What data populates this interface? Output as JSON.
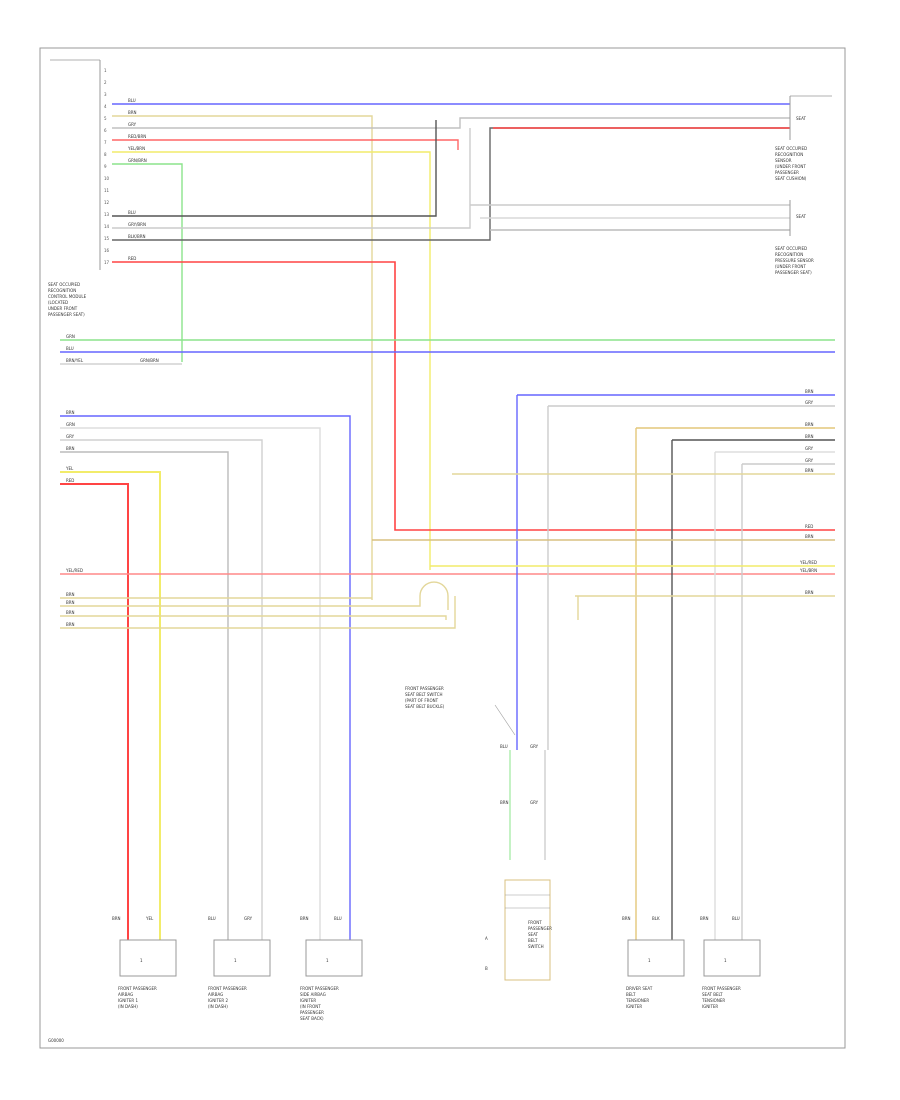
{
  "colors": {
    "blue": "#5555ff",
    "red": "#ff4444",
    "yellow": "#f2ec6a",
    "green": "#7be07b",
    "tan": "#d8c080",
    "gray": "#bbbbbb",
    "dark": "#444444",
    "white": "#eeeeee"
  },
  "figure_id": "G00000",
  "main_module": {
    "label_lines": [
      "SEAT OCCUPIED",
      "RECOGNITION",
      "CONTROL MODULE",
      "(LOCATED",
      "UNDER FRONT",
      "PASSENGER SEAT)"
    ]
  },
  "right_top_component": {
    "label_lines": [
      "SEAT OCCUPIED",
      "RECOGNITION",
      "SENSOR",
      "(UNDER FRONT",
      "PASSENGER",
      "SEAT CUSHION)"
    ]
  },
  "right_mid_component": {
    "label_lines": [
      "SEAT OCCUPIED",
      "RECOGNITION",
      "PRESSURE SENSOR",
      "(UNDER FRONT",
      "PASSENGER SEAT)"
    ]
  },
  "bottom_components": [
    {
      "label_lines": [
        "FRONT PASSENGER",
        "AIRBAG",
        "IGNITER 1",
        "(IN DASH)"
      ]
    },
    {
      "label_lines": [
        "FRONT PASSENGER",
        "AIRBAG",
        "IGNITER 2",
        "(IN DASH)"
      ]
    },
    {
      "label_lines": [
        "FRONT PASSENGER",
        "SIDE AIRBAG",
        "IGNITER",
        "(IN FRONT",
        "PASSENGER",
        "SEAT BACK)"
      ]
    },
    {
      "label_lines": [
        "DRIVER SEAT",
        "BELT",
        "TENSIONER",
        "IGNITER"
      ]
    },
    {
      "label_lines": [
        "FRONT PASSENGER",
        "SEAT BELT",
        "TENSIONER",
        "IGNITER"
      ]
    }
  ],
  "center_component": {
    "label_lines": [
      "FRONT",
      "PASSENGER",
      "SEAT",
      "BELT",
      "SWITCH"
    ]
  },
  "center_note_lines": [
    "FRONT PASSENGER",
    "SEAT BELT SWITCH",
    "(PART OF FRONT",
    "SEAT BELT BUCKLE)"
  ],
  "wire_labels": {
    "top_blue": "BLU",
    "top_tan": "BRN",
    "top_gray": "GRY",
    "top_red": "RED/BRN",
    "top_yellow": "YEL/BRN",
    "top_green": "GRN/BRN",
    "mid_blue": "BLU",
    "mid_gray": "GRY/BRN",
    "mid_dark": "BLK/BRN",
    "red_long": "RED",
    "green_long": "GRN",
    "blue_long": "BLU",
    "left_tag_1": "BRN/YEL",
    "left_tag_2": "GRN/BRN",
    "grp_blue": "BRN",
    "grp_tan": "GRN",
    "grp_gray": "GRY",
    "grp_white": "BRN",
    "yel_short": "YEL",
    "red_short": "RED",
    "red_horiz": "YEL/RED",
    "tan_1": "BRN",
    "tan_2": "BRN",
    "tan_3": "BRN",
    "tan_4": "BRN",
    "right_r1": "BRN",
    "right_r2": "GRY",
    "right_r3": "BRN",
    "right_r4": "BRN",
    "right_r5": "GRY",
    "right_r6": "GRY",
    "right_r7": "BRN",
    "right_red": "RED",
    "right_brn": "BRN",
    "right_yelred": "YEL/RED",
    "right_yelbrn": "YEL/BRN",
    "right_low": "BRN",
    "sw_blu": "BLU",
    "sw_gry": "GRY",
    "sw_brn": "BRN",
    "sw_gry2": "GRY",
    "sw_a": "A",
    "sw_b": "B",
    "bot_brn1": "BRN",
    "bot_yel": "YEL",
    "bot_blu": "BLU",
    "bot_gry": "GRY",
    "bot_brn2": "BRN",
    "bot_blu2": "BLU",
    "bot_brn3": "BRN",
    "bot_blk": "BLK",
    "bot_brn4": "BRN",
    "bot_blu3": "BLU"
  }
}
